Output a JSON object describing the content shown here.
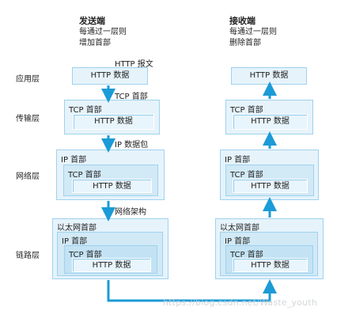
{
  "sender": {
    "title": "发送端",
    "line1": "每通过一层则",
    "line2": "增加首部"
  },
  "receiver": {
    "title": "接收端",
    "line1": "每通过一层则",
    "line2": "删除首部"
  },
  "layers": {
    "application": "应用层",
    "transport": "传输层",
    "network": "网络层",
    "link": "链路层"
  },
  "headers": {
    "tcp": "TCP 首部",
    "ip": "IP 首部",
    "ethernet": "以太网首部"
  },
  "payload": "HTTP 数据",
  "notes": {
    "http_message": "HTTP 报文",
    "tcp_header": "TCP 首部",
    "ip_packet": "IP 数据包",
    "frame": "网络架构"
  },
  "watermark": "https://blog.csdn.net/Waste_youth",
  "colors": {
    "arrow": "#1b9bd7",
    "box": "#d7ecf7",
    "border": "#9fd2ee"
  }
}
